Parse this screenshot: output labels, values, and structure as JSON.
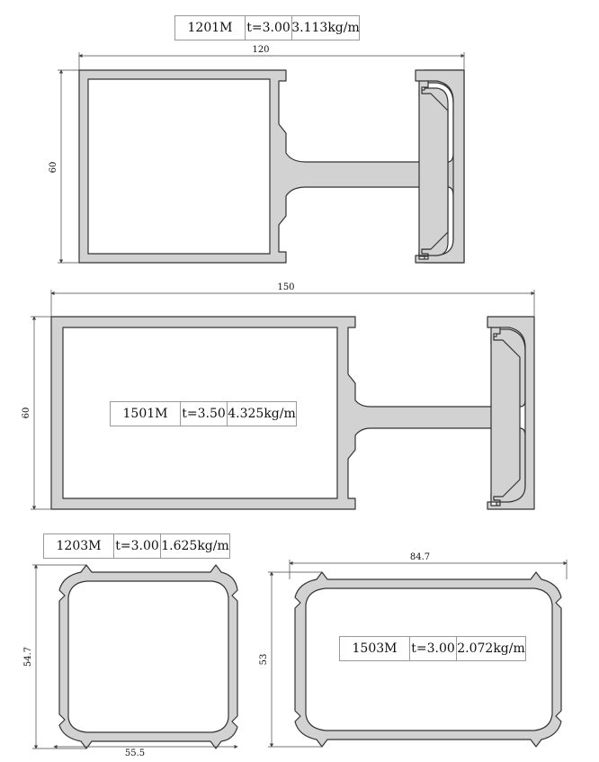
{
  "profiles": [
    {
      "code": "1201M",
      "thickness": "t=3.00",
      "weight": "3.113kg/m",
      "width": "120",
      "height": "60"
    },
    {
      "code": "1501M",
      "thickness": "t=3.50",
      "weight": "4.325kg/m",
      "width": "150",
      "height": "60"
    },
    {
      "code": "1203M",
      "thickness": "t=3.00",
      "weight": "1.625kg/m",
      "width": "55.5",
      "height": "54.7"
    },
    {
      "code": "1503M",
      "thickness": "t=3.00",
      "weight": "2.072kg/m",
      "width": "84.7",
      "height": "53"
    }
  ]
}
